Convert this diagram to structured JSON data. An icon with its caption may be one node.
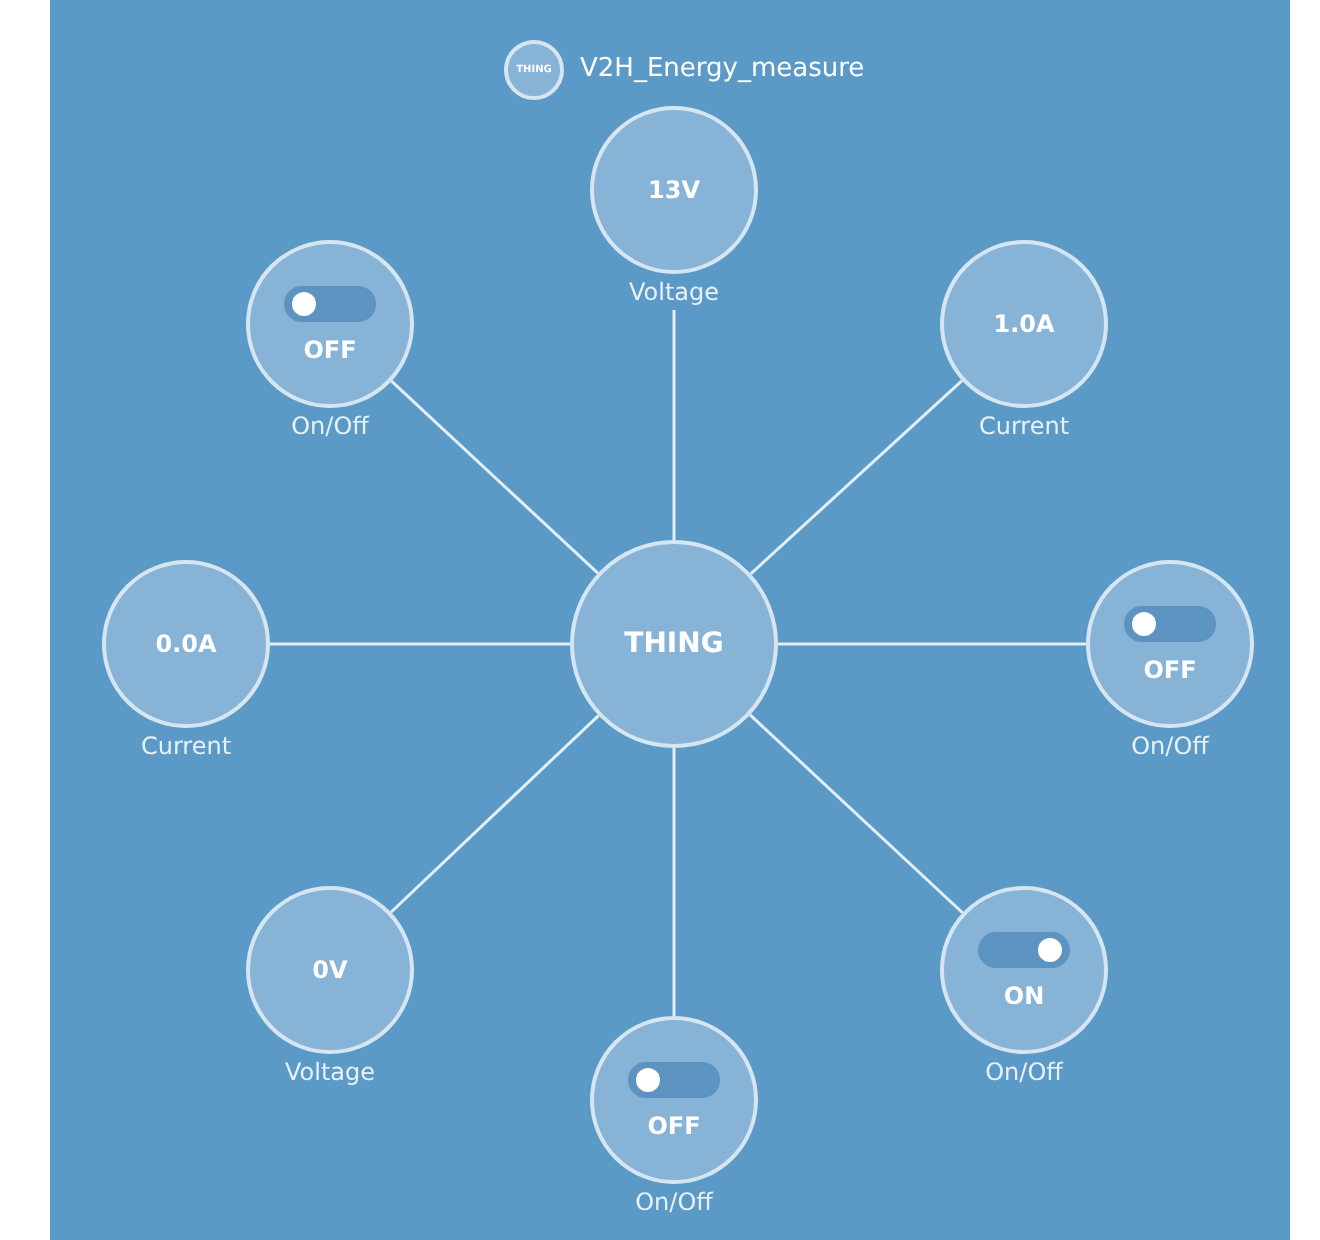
{
  "diagram": {
    "title": "V2H_Energy_measure",
    "nodes": [
      {
        "text": [
          "THING"
        ]
      },
      {
        "text": [
          "13V"
        ],
        "beside": [
          "Voltage"
        ]
      },
      {
        "text": [
          "OFF"
        ],
        "beside": [
          "On/Off"
        ]
      },
      {
        "text": [
          "1.0A"
        ],
        "beside": [
          "Current"
        ]
      },
      {
        "text": [
          "0.0A"
        ],
        "beside": [
          "Current"
        ]
      },
      {
        "text": [
          "THING"
        ]
      },
      {
        "text": [
          "OFF"
        ],
        "beside": [
          "On/Off"
        ]
      },
      {
        "text": [
          "0V"
        ],
        "beside": [
          "Voltage"
        ]
      },
      {
        "text": [
          "ON"
        ],
        "beside": [
          "On/Off"
        ]
      },
      {
        "text": [
          "OFF"
        ],
        "beside": [
          "On/Off"
        ]
      }
    ],
    "edges": [
      {
        "from": 5,
        "to": 1,
        "arrow": "none"
      },
      {
        "from": 5,
        "to": 2,
        "arrow": "none"
      },
      {
        "from": 5,
        "to": 3,
        "arrow": "none"
      },
      {
        "from": 5,
        "to": 4,
        "arrow": "none"
      },
      {
        "from": 5,
        "to": 6,
        "arrow": "none"
      },
      {
        "from": 5,
        "to": 7,
        "arrow": "none"
      },
      {
        "from": 5,
        "to": 8,
        "arrow": "none"
      },
      {
        "from": 5,
        "to": 9,
        "arrow": "none"
      }
    ]
  }
}
